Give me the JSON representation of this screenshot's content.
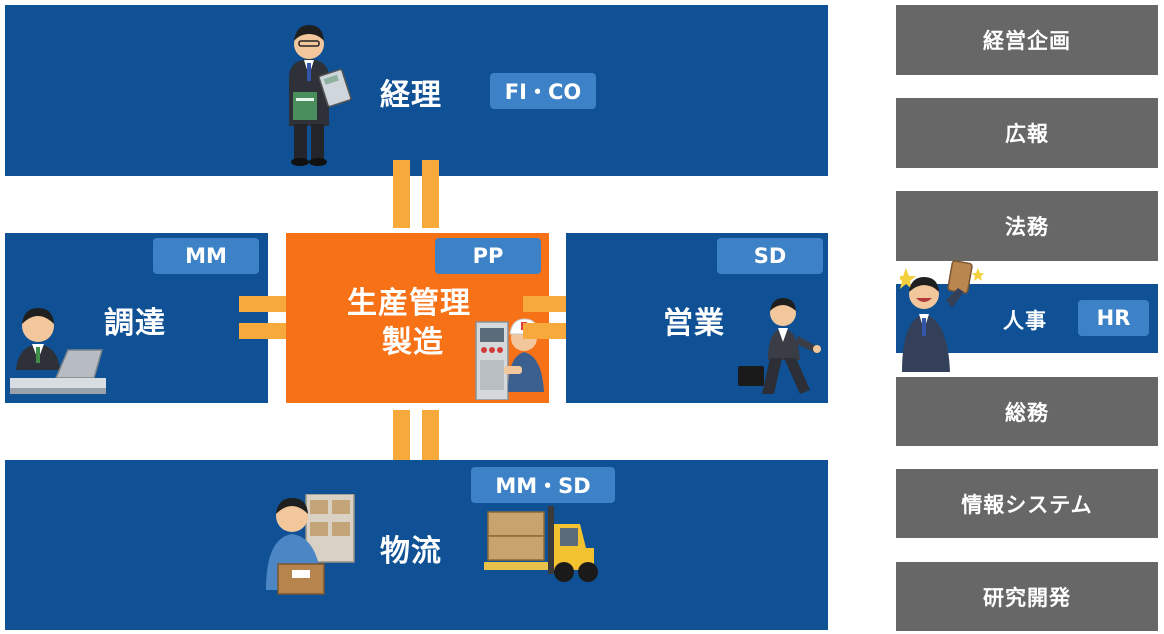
{
  "top_panel": {
    "label": "経理",
    "tag": "FI・CO"
  },
  "left_panel": {
    "label": "調達",
    "tag": "MM"
  },
  "center_panel": {
    "label_line1": "生産管理",
    "label_line2": "製造",
    "tag": "PP"
  },
  "right_panel": {
    "label": "営業",
    "tag": "SD"
  },
  "bottom_panel": {
    "label": "物流",
    "tag": "MM・SD"
  },
  "side_list": {
    "items": [
      "経営企画",
      "広報",
      "法務"
    ],
    "hr": {
      "label": "人事",
      "tag": "HR"
    },
    "items_after": [
      "総務",
      "情報システム",
      "研究開発"
    ]
  },
  "colors": {
    "panel_blue": "#0f5194",
    "center_orange": "#f77217",
    "connector_orange": "#f7a93c",
    "tag_blue": "#3d82c6",
    "side_gray": "#676767"
  },
  "icons": [
    "accountant-person-icon",
    "buyer-at-laptop-icon",
    "factory-worker-icon",
    "salesman-walking-icon",
    "warehouse-worker-icon",
    "forklift-icon",
    "hr-person-cheering-icon"
  ]
}
